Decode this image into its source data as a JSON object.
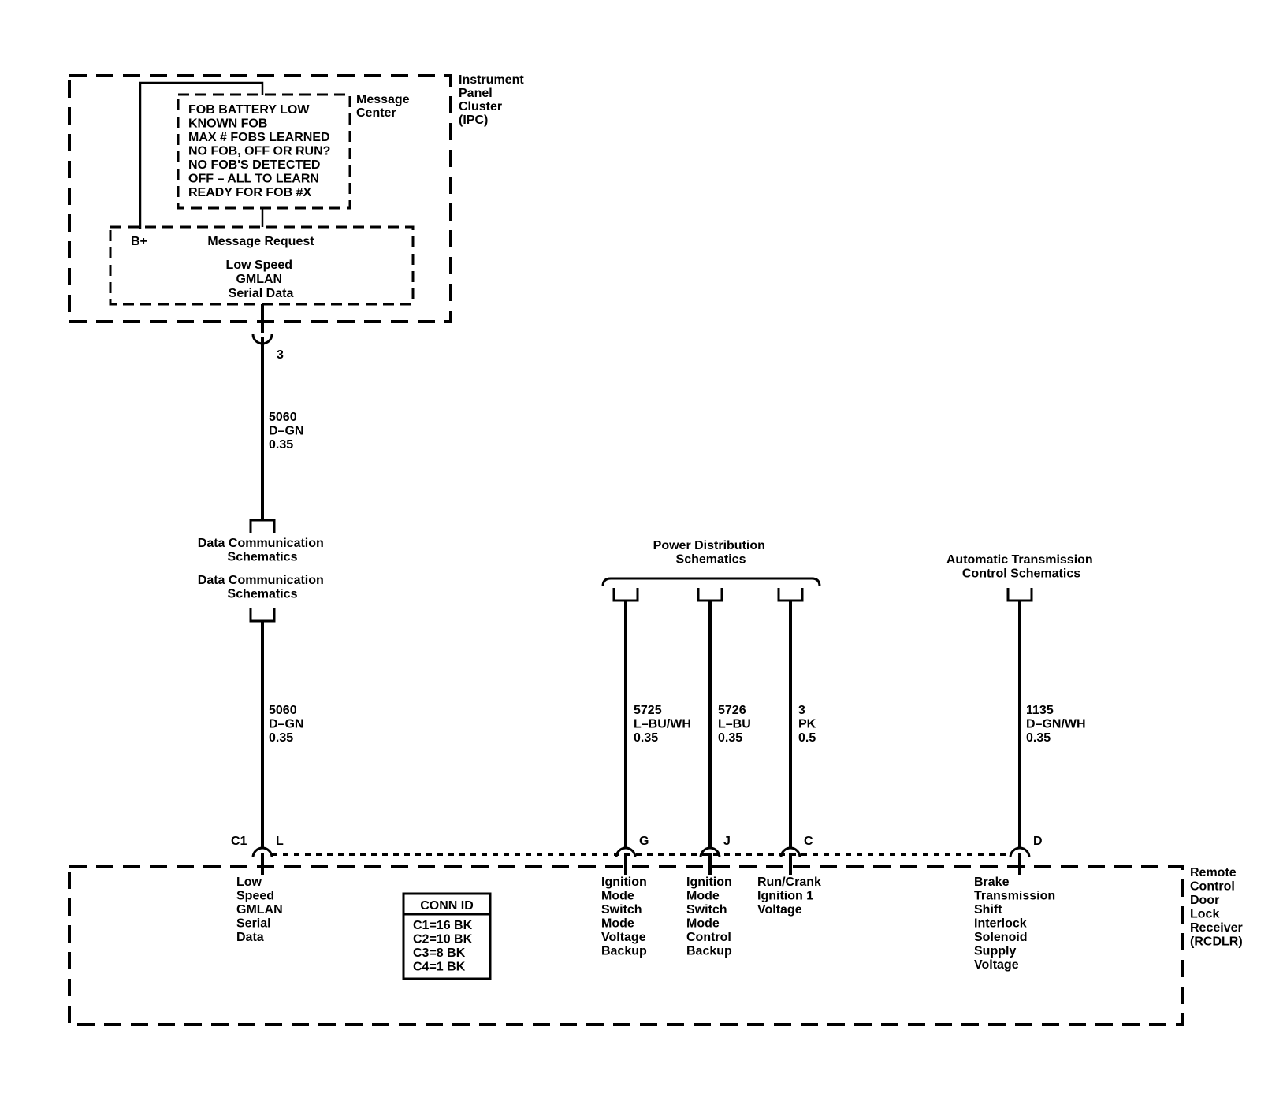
{
  "ipc": {
    "name": [
      "Instrument",
      "Panel",
      "Cluster",
      "(IPC)"
    ],
    "message_center_name": [
      "Message",
      "Center"
    ],
    "messages": [
      "FOB BATTERY LOW",
      "KNOWN FOB",
      "MAX # FOBS LEARNED",
      "NO FOB, OFF OR RUN?",
      "NO FOB'S DETECTED",
      "OFF – ALL TO LEARN",
      "READY FOR FOB #X"
    ],
    "bplus": "B+",
    "message_request": "Message Request",
    "serial_data": [
      "Low Speed",
      "GMLAN",
      "Serial Data"
    ],
    "pin": "3"
  },
  "wire_upper": {
    "circuit": "5060",
    "color": "D–GN",
    "size": "0.35"
  },
  "data_comm": {
    "top": [
      "Data Communication",
      "Schematics"
    ],
    "bottom": [
      "Data Communication",
      "Schematics"
    ]
  },
  "wire_lower": {
    "circuit": "5060",
    "color": "D–GN",
    "size": "0.35"
  },
  "power_dist": {
    "label": [
      "Power Distribution",
      "Schematics"
    ]
  },
  "auto_trans": {
    "label": [
      "Automatic Transmission",
      "Control Schematics"
    ]
  },
  "wires": [
    {
      "circuit": "5725",
      "color": "L–BU/WH",
      "size": "0.35",
      "pin": "G",
      "function": [
        "Ignition",
        "Mode",
        "Switch",
        "Mode",
        "Voltage",
        "Backup"
      ]
    },
    {
      "circuit": "5726",
      "color": "L–BU",
      "size": "0.35",
      "pin": "J",
      "function": [
        "Ignition",
        "Mode",
        "Switch",
        "Mode",
        "Control",
        "Backup"
      ]
    },
    {
      "circuit": "3",
      "color": "PK",
      "size": "0.5",
      "pin": "C",
      "function": [
        "Run/Crank",
        "Ignition 1",
        "Voltage"
      ]
    },
    {
      "circuit": "1135",
      "color": "D–GN/WH",
      "size": "0.35",
      "pin": "D",
      "function": [
        "Brake",
        "Transmission",
        "Shift",
        "Interlock",
        "Solenoid",
        "Supply",
        "Voltage"
      ]
    }
  ],
  "rcdlr": {
    "name": [
      "Remote",
      "Control",
      "Door",
      "Lock",
      "Receiver",
      "(RCDLR)"
    ],
    "connector": "C1",
    "pin_l": "L",
    "function_l": [
      "Low",
      "Speed",
      "GMLAN",
      "Serial",
      "Data"
    ],
    "conn_id_title": "CONN ID",
    "conn_ids": [
      "C1=16 BK",
      "C2=10 BK",
      "C3=8 BK",
      "C4=1 BK"
    ]
  }
}
